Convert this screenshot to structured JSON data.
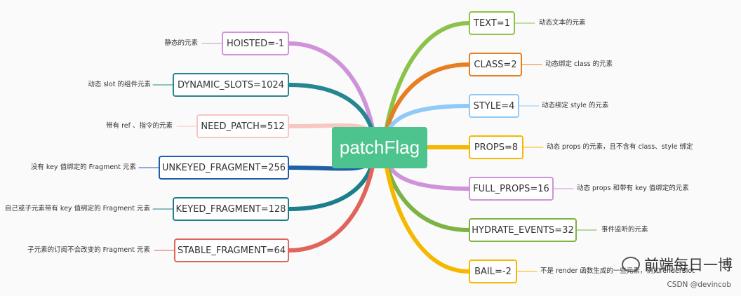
{
  "center": {
    "label": "patchFlag",
    "color": "#4dc48d"
  },
  "right_nodes": [
    {
      "label": "TEXT=1",
      "desc": "动态文本的元素",
      "color": "#8bc34a"
    },
    {
      "label": "CLASS=2",
      "desc": "动态绑定 class 的元素",
      "color": "#e67e22"
    },
    {
      "label": "STYLE=4",
      "desc": "动态绑定 style 的元素",
      "color": "#90caf9"
    },
    {
      "label": "PROPS=8",
      "desc": "动态 props 的元素，且不含有 class、style 绑定",
      "color": "#f5b800"
    },
    {
      "label": "FULL_PROPS=16",
      "desc": "动态 props 和带有 key 值绑定的元素",
      "color": "#ce93d8"
    },
    {
      "label": "HYDRATE_EVENTS=32",
      "desc": "事件监听的元素",
      "color": "#7cb342"
    },
    {
      "label": "BAIL=-2",
      "desc": "不是 render 函数生成的一些元素，例如renderSlot",
      "color": "#f5b800"
    }
  ],
  "left_nodes": [
    {
      "label": "HOISTED=-1",
      "desc": "静态的元素",
      "color": "#ce93d8"
    },
    {
      "label": "DYNAMIC_SLOTS=1024",
      "desc": "动态 slot 的组件元素",
      "color": "#26868f"
    },
    {
      "label": "NEED_PATCH=512",
      "desc": "带有 ref 、指令的元素",
      "color": "#f8c7c1"
    },
    {
      "label": "UNKEYED_FRAGMENT=256",
      "desc": "没有 key 值绑定的 Fragment 元素",
      "color": "#1e5fa8"
    },
    {
      "label": "KEYED_FRAGMENT=128",
      "desc": "自己或子元素带有 key 值绑定的 Fragment 元素",
      "color": "#1a7f8a"
    },
    {
      "label": "STABLE_FRAGMENT=64",
      "desc": "子元素的订阅不会改变的 Fragment 元素",
      "color": "#e0645a"
    }
  ],
  "watermark": {
    "text": "前端每日一博",
    "icon": "wechat-icon"
  },
  "credit": "CSDN @devincob"
}
